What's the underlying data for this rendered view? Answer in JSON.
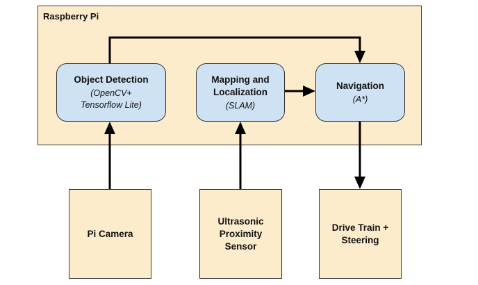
{
  "container": {
    "title": "Raspberry Pi"
  },
  "modules": {
    "object_detection": {
      "title": "Object Detection",
      "subtitle": "(OpenCV+\nTensorflow Lite)"
    },
    "mapping": {
      "title": "Mapping and\nLocalization",
      "subtitle": "(SLAM)"
    },
    "navigation": {
      "title": "Navigation",
      "subtitle": "(A*)"
    }
  },
  "hardware": {
    "pi_camera": {
      "title": "Pi Camera"
    },
    "ultrasonic": {
      "title": "Ultrasonic\nProximity\nSensor"
    },
    "drive_train": {
      "title": "Drive Train +\nSteering"
    }
  },
  "colors": {
    "container_fill": "#fdeccb",
    "module_fill": "#cfe2f3",
    "hardware_fill": "#fdeccb",
    "stroke": "#333333",
    "arrow": "#000000"
  }
}
